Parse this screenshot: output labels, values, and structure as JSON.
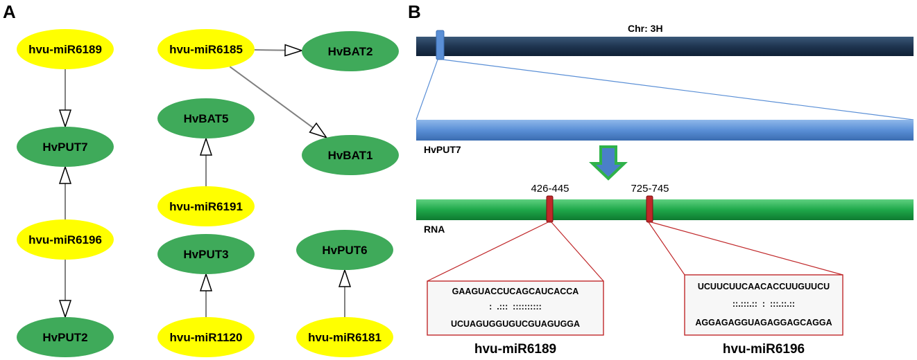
{
  "panel_a": {
    "label": "A",
    "colors": {
      "mirna": "#ffff00",
      "gene": "#3faa5a",
      "edge": "#808080",
      "arrowhead": "#ffffff"
    },
    "nodes": [
      {
        "id": "n1",
        "text": "hvu-miR6189",
        "kind": "mirna"
      },
      {
        "id": "n2",
        "text": "HvPUT7",
        "kind": "gene"
      },
      {
        "id": "n3",
        "text": "hvu-miR6196",
        "kind": "mirna"
      },
      {
        "id": "n4",
        "text": "HvPUT2",
        "kind": "gene"
      },
      {
        "id": "n5",
        "text": "hvu-miR6185",
        "kind": "mirna"
      },
      {
        "id": "n6",
        "text": "HvBAT2",
        "kind": "gene"
      },
      {
        "id": "n7",
        "text": "HvBAT5",
        "kind": "gene"
      },
      {
        "id": "n8",
        "text": "HvBAT1",
        "kind": "gene"
      },
      {
        "id": "n9",
        "text": "hvu-miR6191",
        "kind": "mirna"
      },
      {
        "id": "n10",
        "text": "HvPUT3",
        "kind": "gene"
      },
      {
        "id": "n11",
        "text": "HvPUT6",
        "kind": "gene"
      },
      {
        "id": "n12",
        "text": "hvu-miR1120",
        "kind": "mirna"
      },
      {
        "id": "n13",
        "text": "hvu-miR6181",
        "kind": "mirna"
      }
    ],
    "edges": [
      {
        "from": "n1",
        "to": "n2"
      },
      {
        "from": "n3",
        "to": "n2"
      },
      {
        "from": "n3",
        "to": "n4"
      },
      {
        "from": "n5",
        "to": "n6"
      },
      {
        "from": "n5",
        "to": "n8"
      },
      {
        "from": "n9",
        "to": "n7"
      },
      {
        "from": "n12",
        "to": "n10"
      },
      {
        "from": "n13",
        "to": "n11"
      }
    ]
  },
  "panel_b": {
    "label": "B",
    "chromosome_label": "Chr: 3H",
    "gene_label": "HvPUT7",
    "rna_label": "RNA",
    "colors": {
      "chromosome": "#1f3550",
      "gene_bar": "#5a8fd6",
      "rna_bar": "#1fa84a",
      "site": "#c0282a",
      "arrow_fill": "#4a7fc8",
      "arrow_stroke": "#2fb24a"
    },
    "sites": [
      {
        "range": "426-445",
        "mirna": "hvu-miR6189",
        "target_seq": "GAAGUACCUCAGCAUCACCA",
        "pairing": ":  .:::  ::::::::::",
        "mirna_seq": "UCUAGUGGUGUCGUAGUGGA"
      },
      {
        "range": "725-745",
        "mirna": "hvu-miR6196",
        "target_seq": "UCUUCUUCAACACCUUGUUCU",
        "pairing": "::.:::.::  :  :::.::.::",
        "mirna_seq": "AGGAGAGGUAGAGGAGCAGGA"
      }
    ]
  }
}
